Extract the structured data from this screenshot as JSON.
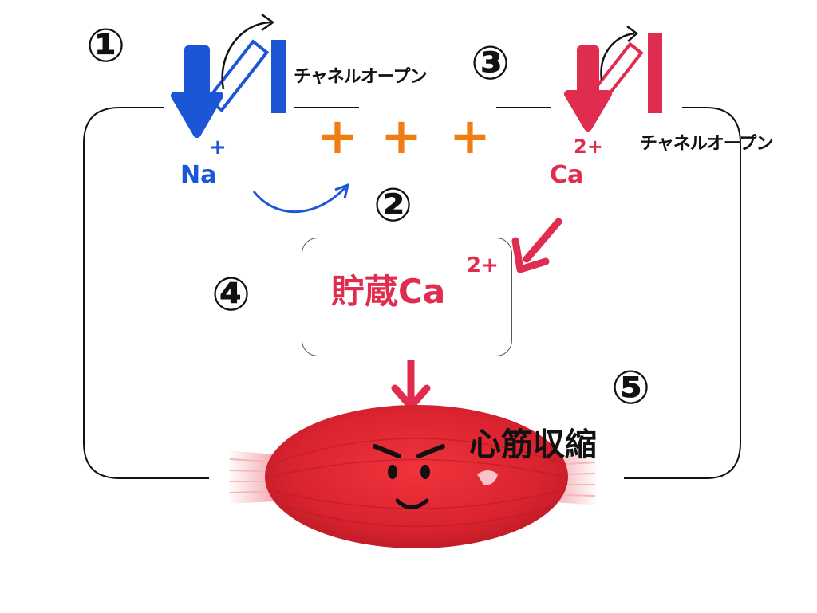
{
  "steps": {
    "step1": "①",
    "step2": "②",
    "step3": "③",
    "step4": "④",
    "step5": "⑤"
  },
  "na_channel": {
    "label": "チャネルオープン",
    "ion": "Na",
    "charge": "+"
  },
  "ca_channel": {
    "label": "チャネルオープン",
    "ion": "Ca",
    "charge": "2+"
  },
  "depolarization": {
    "plus1": "+",
    "plus2": "+",
    "plus3": "+"
  },
  "store": {
    "label": "貯蔵Ca",
    "charge": "2+"
  },
  "result": {
    "label": "心筋収縮"
  },
  "colors": {
    "sodium": "#1a56d6",
    "calcium": "#e02c4e",
    "charge": "#f07c14",
    "muscle": "#d9232f"
  },
  "icons": [
    "na-channel-icon",
    "ca-channel-icon",
    "heart-muscle-icon"
  ]
}
